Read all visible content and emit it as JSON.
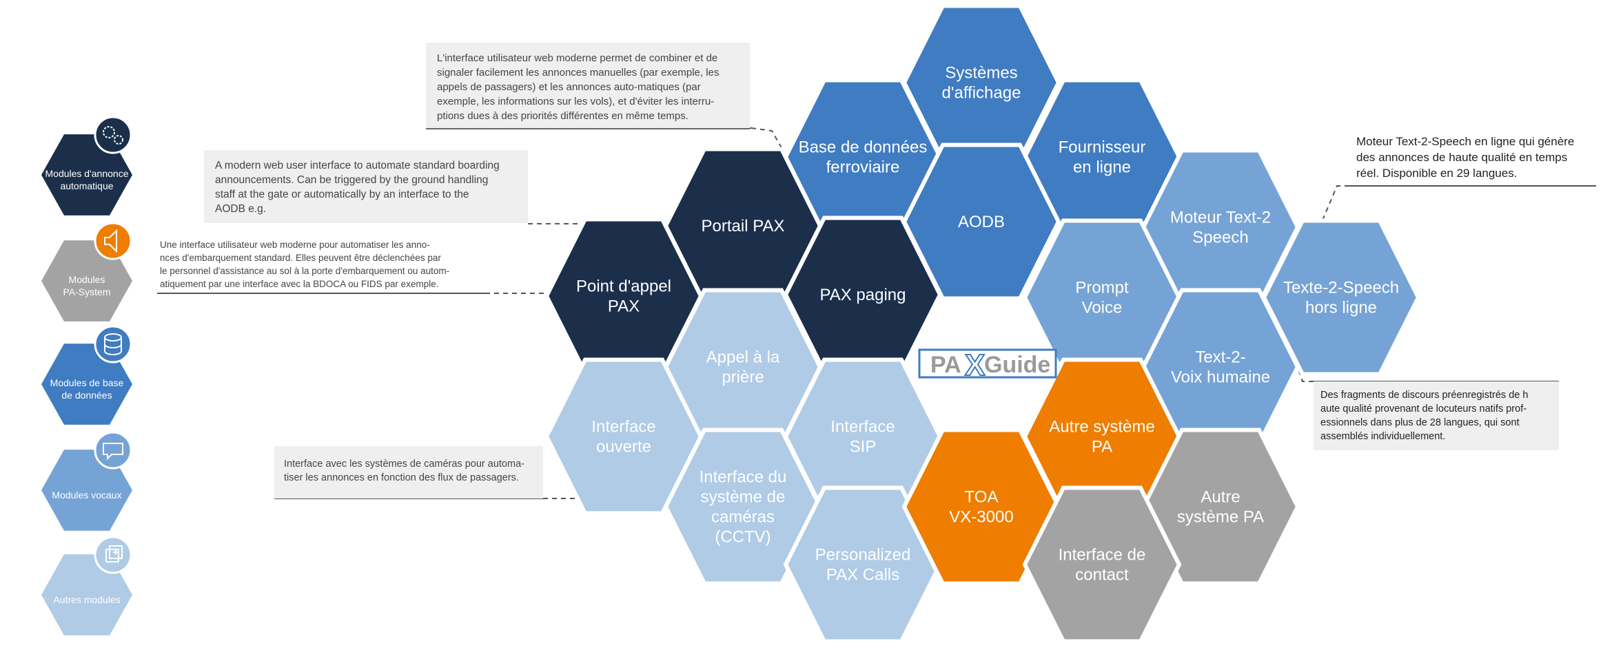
{
  "colors": {
    "navy": "#1b2f4b",
    "blue": "#3f7cc2",
    "mid_blue": "#76a3d5",
    "light_blue": "#b0cbe6",
    "orange": "#ee7d00",
    "gray": "#a3a3a3",
    "connector": "#555555"
  },
  "categories": [
    {
      "label_lines": [
        "Modules d'annonce",
        "automatique"
      ],
      "color": "navy",
      "icon": "gears-icon"
    },
    {
      "label_lines": [
        "Modules",
        "PA-System"
      ],
      "color": "gray",
      "icon": "speaker-icon",
      "icon_color": "orange"
    },
    {
      "label_lines": [
        "Modules de base",
        "de données"
      ],
      "color": "blue",
      "icon": "database-icon"
    },
    {
      "label_lines": [
        "Modules vocaux"
      ],
      "color": "mid_blue",
      "icon": "speech-bubble-icon"
    },
    {
      "label_lines": [
        "Autres modules"
      ],
      "color": "light_blue",
      "icon": "add-module-icon"
    }
  ],
  "hexagons": [
    {
      "id": "systemes-affichage",
      "lines": [
        "Systèmes",
        "d'affichage"
      ],
      "color": "blue"
    },
    {
      "id": "base-donnees-ferroviaire",
      "lines": [
        "Base de données",
        "ferroviaire"
      ],
      "color": "blue"
    },
    {
      "id": "fournisseur-en-ligne",
      "lines": [
        "Fournisseur",
        "en ligne"
      ],
      "color": "blue"
    },
    {
      "id": "aodb",
      "lines": [
        "AODB"
      ],
      "color": "blue"
    },
    {
      "id": "portail-pax",
      "lines": [
        "Portail PAX"
      ],
      "color": "navy"
    },
    {
      "id": "point-appel-pax",
      "lines": [
        "Point d'appel",
        "PAX"
      ],
      "color": "navy"
    },
    {
      "id": "pax-paging",
      "lines": [
        "PAX paging"
      ],
      "color": "navy"
    },
    {
      "id": "moteur-text-2-speech",
      "lines": [
        "Moteur Text-2",
        "Speech"
      ],
      "color": "mid_blue"
    },
    {
      "id": "prompt-voice",
      "lines": [
        "Prompt",
        "Voice"
      ],
      "color": "mid_blue"
    },
    {
      "id": "texte-2-speech-hors-ligne",
      "lines": [
        "Texte-2-Speech",
        "hors ligne"
      ],
      "color": "mid_blue"
    },
    {
      "id": "text-2-voix-humaine",
      "lines": [
        "Text-2-",
        "Voix humaine"
      ],
      "color": "mid_blue"
    },
    {
      "id": "appel-priere",
      "lines": [
        "Appel à la",
        "prière"
      ],
      "color": "light_blue"
    },
    {
      "id": "interface-ouverte",
      "lines": [
        "Interface",
        "ouverte"
      ],
      "color": "light_blue"
    },
    {
      "id": "interface-sip",
      "lines": [
        "Interface",
        "SIP"
      ],
      "color": "light_blue"
    },
    {
      "id": "interface-cctv",
      "lines": [
        "Interface du",
        "système de",
        "caméras",
        "(CCTV)"
      ],
      "color": "light_blue"
    },
    {
      "id": "personalized-pax-calls",
      "lines": [
        "Personalized",
        "PAX Calls"
      ],
      "color": "light_blue"
    },
    {
      "id": "autre-systeme-pa-orange",
      "lines": [
        "Autre système",
        "PA"
      ],
      "color": "orange"
    },
    {
      "id": "toa-vx-3000",
      "lines": [
        "TOA",
        "VX-3000"
      ],
      "color": "orange"
    },
    {
      "id": "autre-systeme-pa-gray",
      "lines": [
        "Autre",
        "système PA"
      ],
      "color": "gray"
    },
    {
      "id": "interface-contact",
      "lines": [
        "Interface de",
        "contact"
      ],
      "color": "gray"
    }
  ],
  "logo": {
    "text_left": "PA",
    "text_mid": "X",
    "text_right": "Guide"
  },
  "notes": {
    "web_ui_fr": [
      "L'interface utilisateur web moderne permet de combiner et de",
      "signaler facilement les annonces manuelles (par exemple, les",
      "appels de passagers) et les annonces auto-matiques (par",
      "exemple, les informations sur les vols), et d'éviter les interru-",
      "ptions dues à des priorités différentes en même temps."
    ],
    "boarding_en": [
      "A modern web user interface to automate standard boarding",
      "announcements. Can be triggered by the ground handling",
      "staff at the gate or automatically by an interface to the",
      "AODB e.g."
    ],
    "boarding_fr": [
      "Une interface utilisateur web moderne pour automatiser les anno-",
      "nces d'embarquement standard. Elles peuvent être déclenchées par",
      "le personnel d'assistance au sol à la porte d'embarquement ou autom-",
      "atiquement par une interface avec la BDOCA ou FIDS par exemple."
    ],
    "cctv": [
      "Interface avec les systèmes de caméras pour automa-",
      "tiser les annonces en fonction des flux de passagers."
    ],
    "tts_online": [
      "Moteur Text-2-Speech en ligne qui génère",
      "des annonces de haute qualité en temps",
      "réel. Disponible en 29 langues."
    ],
    "human_voice": [
      "Des fragments de discours préenregistrés de h",
      "aute qualité provenant de locuteurs natifs prof-",
      "essionnels dans plus de 28 langues, qui sont",
      "assemblés individuellement."
    ]
  }
}
